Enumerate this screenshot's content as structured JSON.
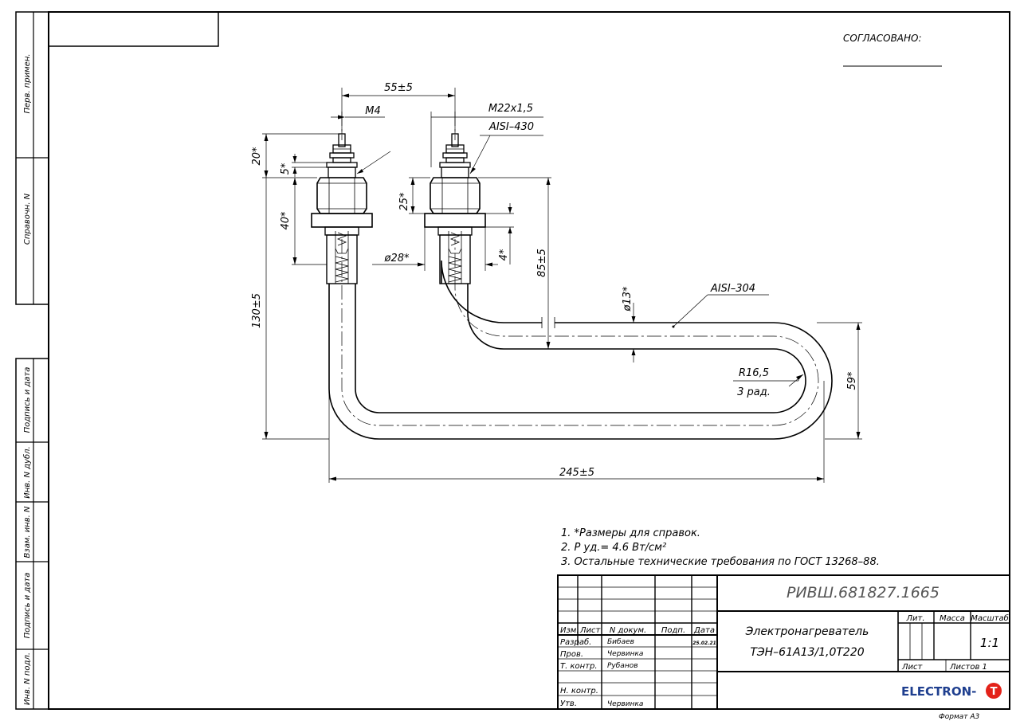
{
  "side_stamp": {
    "perv_primen": "Перв. примен.",
    "sprav_n": "Справочн. N",
    "podp_data_top": "Подпись и дата",
    "inv_dubl": "Инв. N дубл.",
    "vzam_inv": "Взам. инв. N",
    "podp_data_bottom": "Подпись и дата",
    "inv_podl": "Инв. N подл."
  },
  "approval": {
    "label": "СОГЛАСОВАНО:"
  },
  "dimensions": {
    "d55": "55±5",
    "m4": "M4",
    "m22": "M22x1,5",
    "aisi430": "AISI–430",
    "d20": "20*",
    "d5": "5*",
    "d40": "40*",
    "d25": "25*",
    "d28": "ø28*",
    "d4": "4*",
    "d85": "85±5",
    "d13": "ø13*",
    "aisi304": "AISI–304",
    "d130": "130±5",
    "r165": "R16,5",
    "rad3": "3 рад.",
    "d59": "59*",
    "d245": "245±5"
  },
  "notes": [
    "1.  *Размеры для справок.",
    "2.  Р уд.=  4.6  Вт/см²",
    "3.  Остальные  технические  требования  по  ГОСТ  13268–88."
  ],
  "title_block": {
    "doc_number": "РИВШ.681827.1665",
    "name_line1": "Электронагреватель",
    "name_line2": "ТЭН–61А13/1,0Т220",
    "hdr_izm": "Изм.",
    "hdr_list": "Лист",
    "hdr_ndokum": "N докум.",
    "hdr_podp": "Подп.",
    "hdr_data": "Дата",
    "razrab": "Разраб.",
    "razrab_name": "Бибаев",
    "razrab_date": "25.02.21",
    "prov": "Пров.",
    "prov_name": "Червинка",
    "tkontr": "Т. контр.",
    "tkontr_name": "Рубанов",
    "nkontr": "Н. контр.",
    "utv": "Утв.",
    "utv_name": "Червинка",
    "lit": "Лит.",
    "massa": "Масса",
    "masshtab": "Масштаб",
    "scale": "1:1",
    "list": "Лист",
    "listov": "Листов  1",
    "logo": "ELECTRON-",
    "logo_mark": "T"
  },
  "format": "Формат  А3"
}
